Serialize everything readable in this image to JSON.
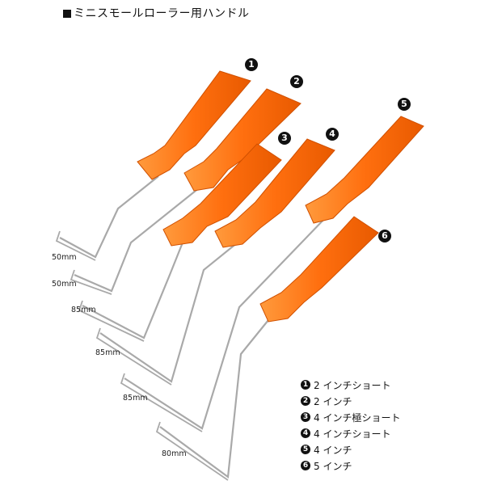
{
  "title": "ミニスモールローラー用ハンドル",
  "handles": [
    {
      "number": "1",
      "name": "2 インチショート",
      "width": "50mm"
    },
    {
      "number": "2",
      "name": "2 インチ",
      "width": "50mm"
    },
    {
      "number": "3",
      "name": "4 インチ極ショート",
      "width": "85mm"
    },
    {
      "number": "4",
      "name": "4 インチショート",
      "width": "85mm"
    },
    {
      "number": "5",
      "name": "4 インチ",
      "width": "85mm"
    },
    {
      "number": "6",
      "name": "5 インチ",
      "width": "80mm"
    }
  ],
  "colors": {
    "handle": "#ff7a1a",
    "handle_dark": "#e85a00",
    "wire": "#a9a9a9",
    "label_circle": "#111111"
  }
}
